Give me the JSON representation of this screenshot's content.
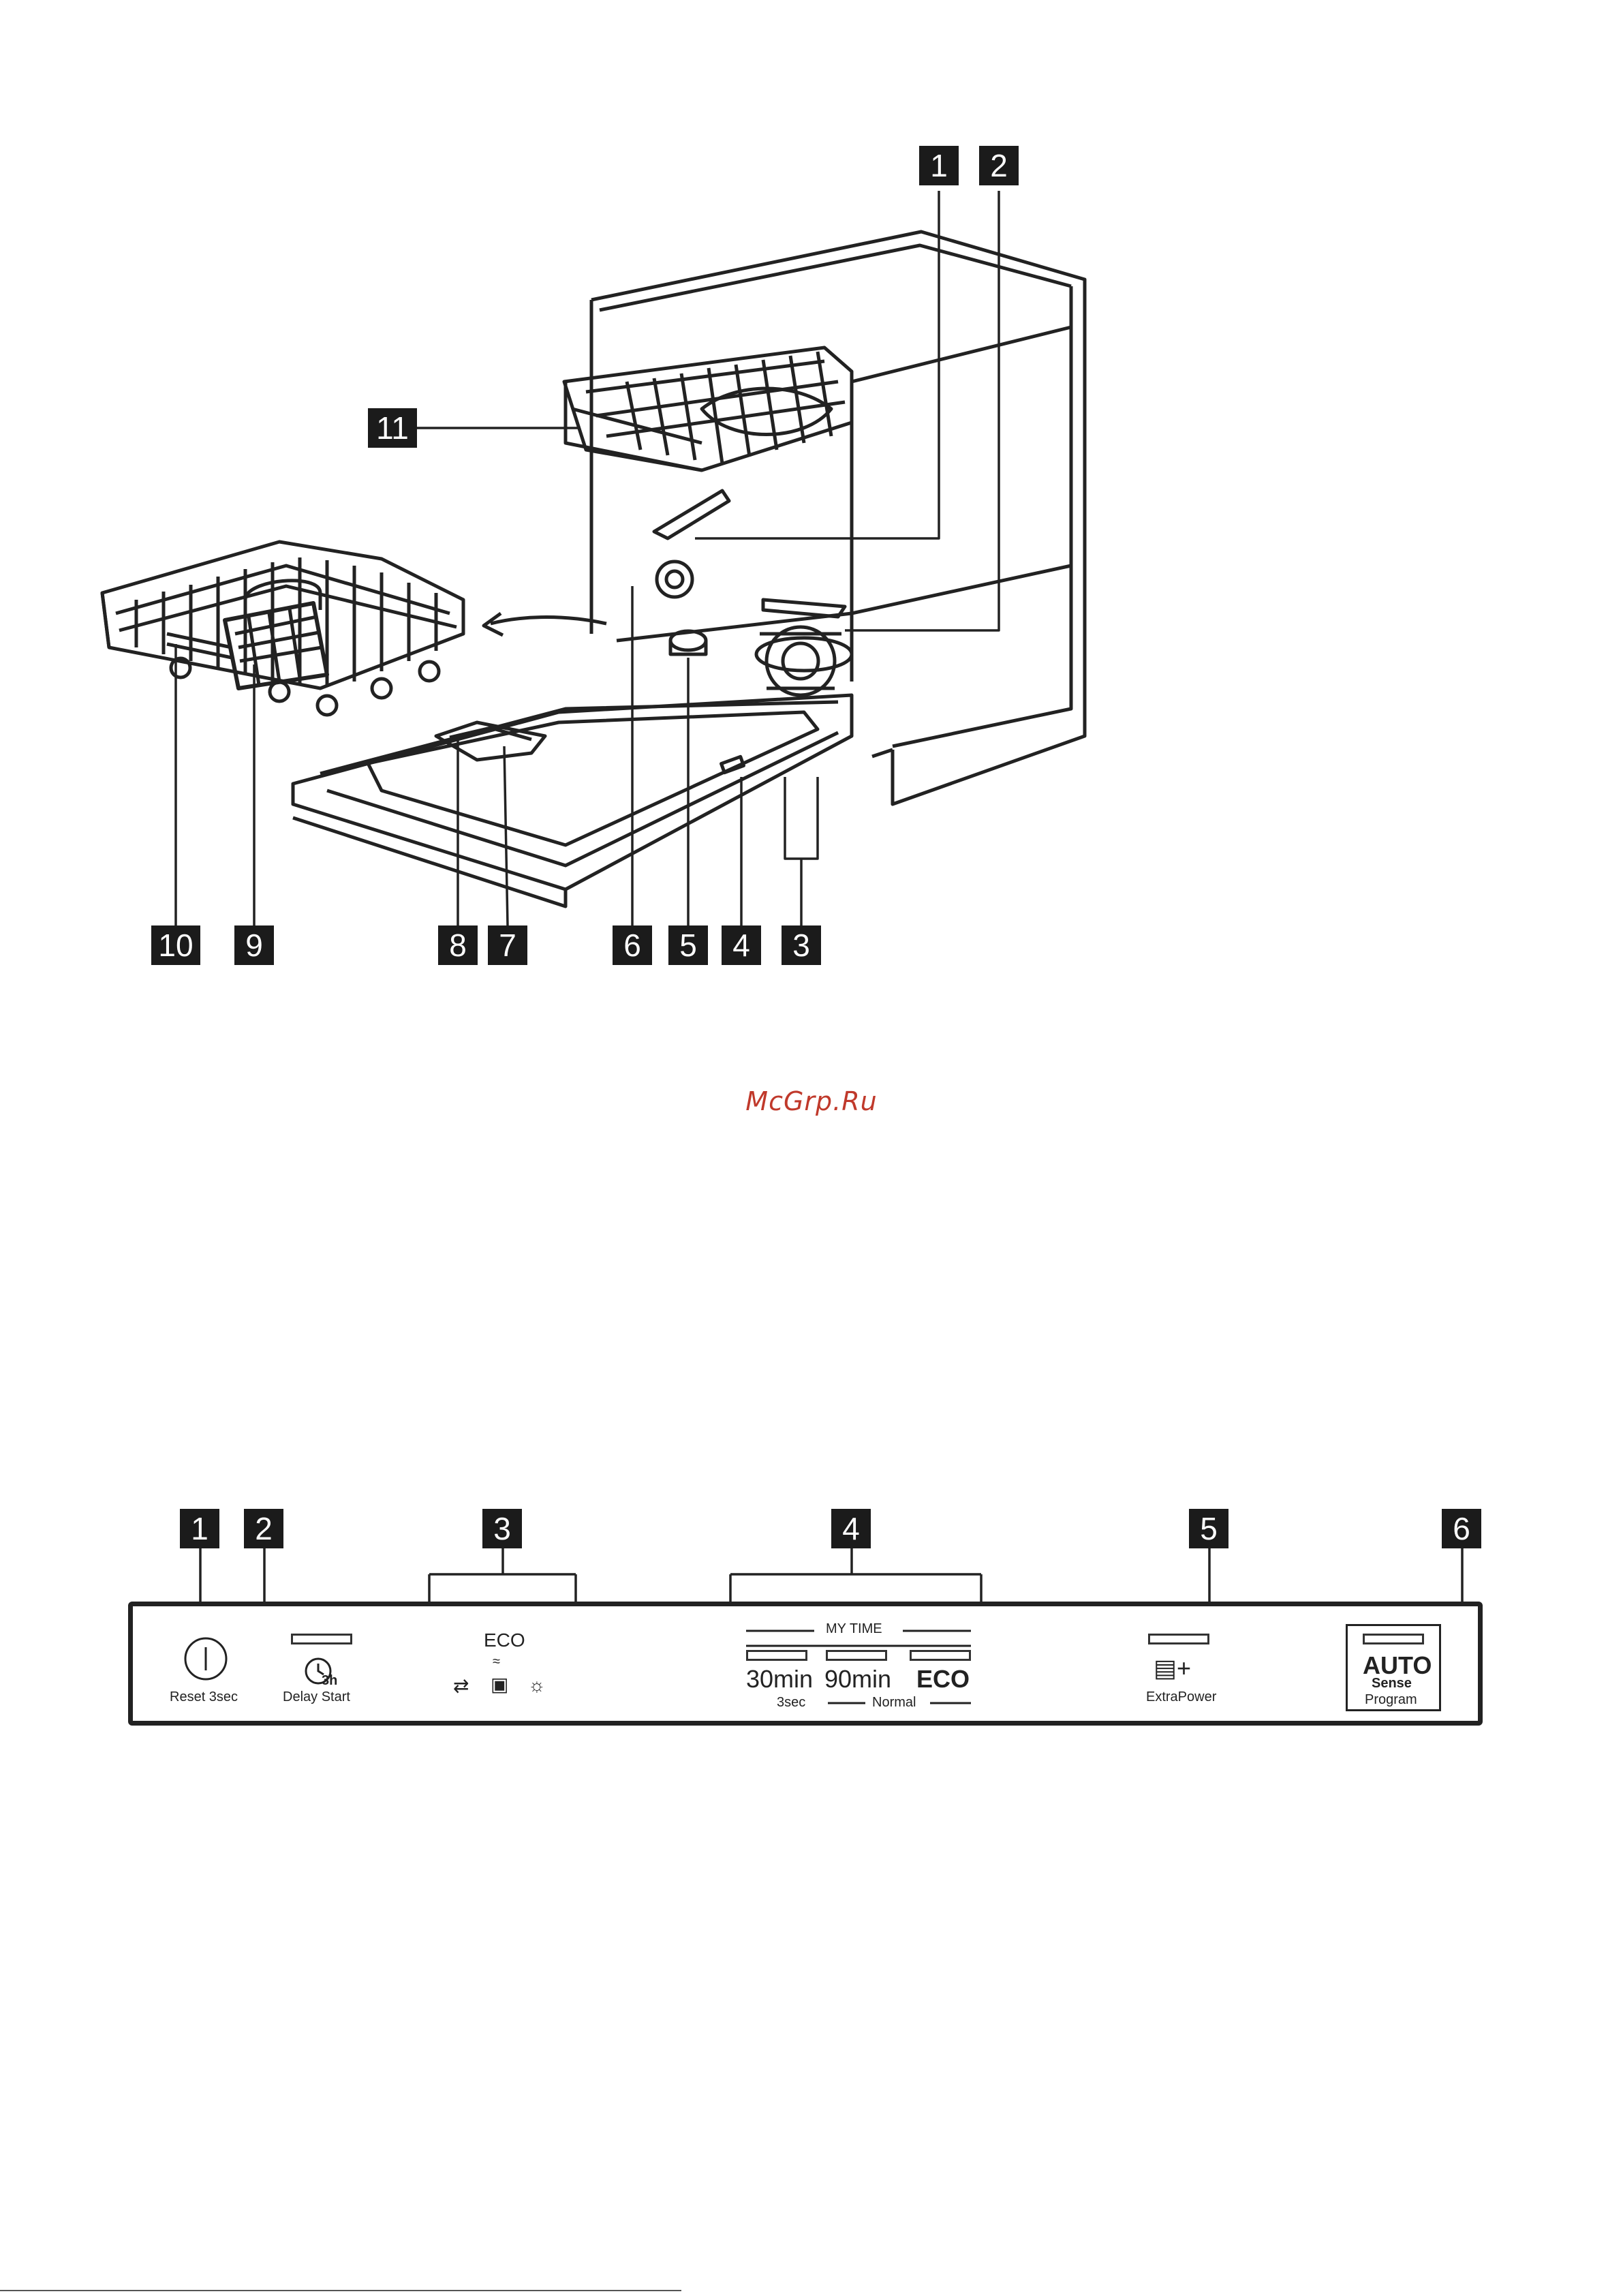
{
  "diagram": {
    "callouts": [
      "1",
      "2",
      "3",
      "4",
      "5",
      "6",
      "7",
      "8",
      "9",
      "10",
      "11"
    ]
  },
  "watermark": "McGrp.Ru",
  "control_panel": {
    "callouts": [
      "1",
      "2",
      "3",
      "4",
      "5",
      "6"
    ],
    "reset_label": "Reset 3sec",
    "delay_icon_text": "3h",
    "delay_label": "Delay Start",
    "eco_label": "ECO",
    "mytime_label": "MY TIME",
    "program_30": "30min",
    "program_90": "90min",
    "program_eco": "ECO",
    "sub_3sec": "3sec",
    "sub_normal": "Normal",
    "extra_label": "ExtraPower",
    "auto_label": "AUTO",
    "sense_label": "Sense",
    "program_label": "Program"
  },
  "colors": {
    "badge": "#1b1b1b",
    "line": "#222222",
    "watermark": "#c0392b"
  }
}
